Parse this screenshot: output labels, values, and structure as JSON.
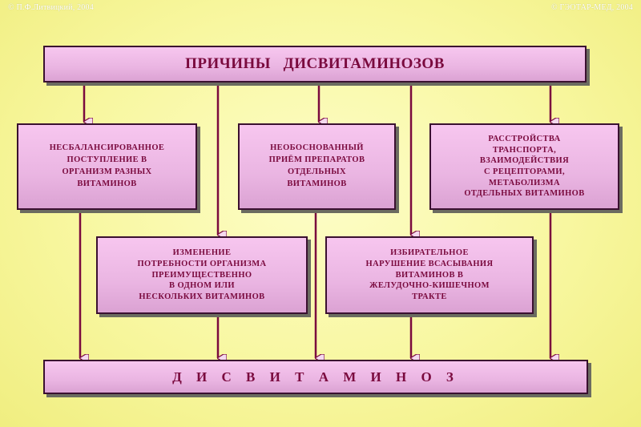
{
  "header": {
    "copyright_left": "© П.Ф.Литвицкий, 2004",
    "copyright_right": "© ГЭОТАР-МЕД, 2004"
  },
  "diagram": {
    "title": "ПРИЧИНЫ   ДИСВИТАМИНОЗОВ",
    "result": "Д И С В И Т А М И Н О З",
    "causes": [
      "НЕСБАЛАНСИРОВАННОЕ\nПОСТУПЛЕНИЕ  В\nОРГАНИЗМ  РАЗНЫХ\nВИТАМИНОВ",
      "НЕОБОСНОВАННЫЙ\nПРИЁМ  ПРЕПАРАТОВ\nОТДЕЛЬНЫХ\nВИТАМИНОВ",
      "РАССТРОЙСТВА\nТРАНСПОРТА,\nВЗАИМОДЕЙСТВИЯ\nС  РЕЦЕПТОРАМИ,\nМЕТАБОЛИЗМА\nОТДЕЛЬНЫХ  ВИТАМИНОВ",
      "ИЗМЕНЕНИЕ\nПОТРЕБНОСТИ  ОРГАНИЗМА\nПРЕИМУЩЕСТВЕННО\nВ  ОДНОМ  ИЛИ\nНЕСКОЛЬКИХ ВИТАМИНОВ",
      "ИЗБИРАТЕЛЬНОЕ\nНАРУШЕНИЕ ВСАСЫВАНИЯ\nВИТАМИНОВ  В\nЖЕЛУДОЧНО-КИШЕЧНОМ\nТРАКТЕ"
    ],
    "colors": {
      "box_fill": "#ebb8e3",
      "box_border": "#3a1030",
      "text": "#7a0a3e",
      "line": "#7a0a3e",
      "background": "#f8f7a0"
    }
  }
}
